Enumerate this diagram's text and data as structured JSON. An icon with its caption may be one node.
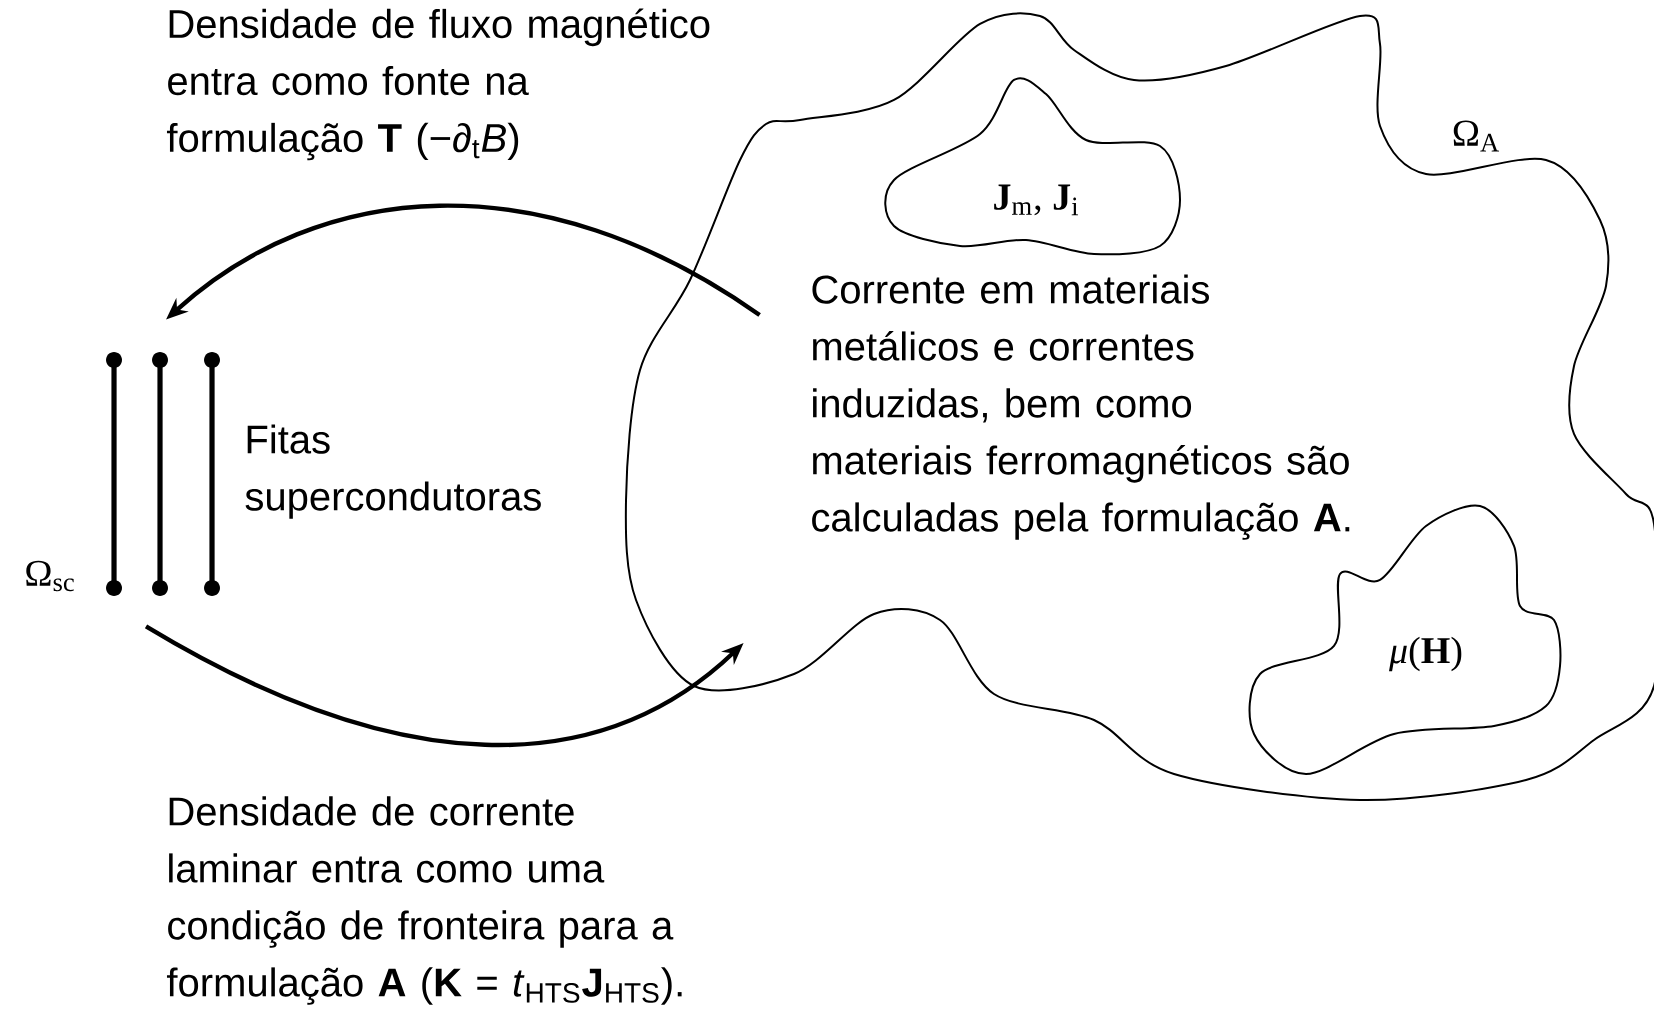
{
  "diagram": {
    "nodes": [
      {
        "text": [
          "Ω$_{A}$",
          "Corrente em materiais metálicos e correntes induzidas, bem como materiais ferromagnéticos são calculadas pela formulação **A**."
        ]
      },
      {
        "text": [
          "**J**$_{m}$, **J**$_{i}$"
        ],
        "in": 0
      },
      {
        "text": [
          "*μ*(**H**)"
        ],
        "in": 0
      },
      {
        "text": [],
        "shape": "bar",
        "beside": [
          "Ω$_{sc}$",
          "Fitas supercondutoras"
        ]
      }
    ],
    "edges": [
      {
        "from": 0,
        "to": 3,
        "arrow": "to",
        "label": "Densidade de fluxo magnético entra como fonte na formulação **T** (−∂$_{t}$*B*)"
      },
      {
        "from": 3,
        "to": 0,
        "arrow": "to",
        "label": "Densidade de corrente laminar entra como uma condição de fronteira para a formulação **A** (**K** = *t*$_{HTS}$**J**$_{HTS}$)."
      }
    ]
  }
}
